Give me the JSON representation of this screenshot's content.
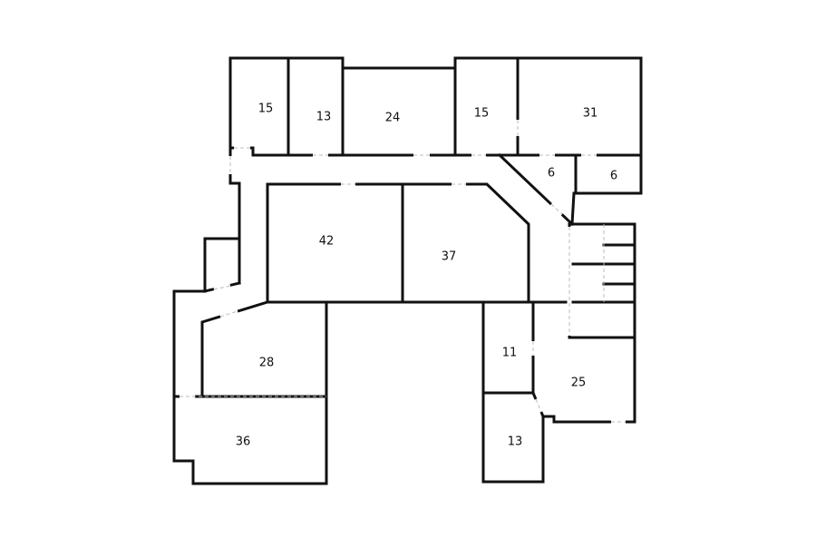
{
  "plan": {
    "rooms": [
      {
        "id": "r1",
        "area": "15"
      },
      {
        "id": "r2",
        "area": "13"
      },
      {
        "id": "r3",
        "area": "24"
      },
      {
        "id": "r4",
        "area": "15"
      },
      {
        "id": "r5",
        "area": "31"
      },
      {
        "id": "r6",
        "area": "6"
      },
      {
        "id": "r7",
        "area": "6"
      },
      {
        "id": "r8",
        "area": "42"
      },
      {
        "id": "r9",
        "area": "37"
      },
      {
        "id": "r10",
        "area": "28"
      },
      {
        "id": "r11",
        "area": "36"
      },
      {
        "id": "r12",
        "area": "11"
      },
      {
        "id": "r13",
        "area": "25"
      },
      {
        "id": "r14",
        "area": "13"
      }
    ],
    "colors": {
      "wall": "#111111",
      "background": "#ffffff",
      "door": "#bbbbbb"
    }
  }
}
